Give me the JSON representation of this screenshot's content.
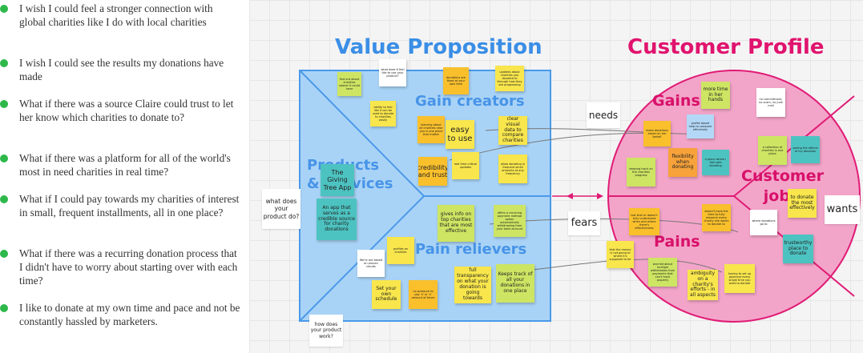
{
  "bullets": [
    "I wish I could feel a stronger connection with global charities like I do with local charities",
    "I wish I could see the results my donations have made",
    "What if there was a source Claire could trust to let her know which charities to donate to?",
    "What if there was a platform for all of the world's most in need charities in real time?",
    "What if I could pay towards my charities of interest in small, frequent installments, all in one place?",
    "What if there was a recurring donation process that I didn't have to worry about starting over with each time?",
    "I like to donate at my own time and pace and not be constantly hassled by marketers."
  ],
  "diagram": {
    "value_title": "Value Proposition",
    "customer_title": "Customer Profile",
    "gain_creators": "Gain creators",
    "pain_relievers": "Pain relievers",
    "products_services": "Products & Services",
    "gains": "Gains",
    "pains": "Pains",
    "customer_jobs": "Customer jobs",
    "labels": {
      "what_does": "what does your product do?",
      "how_does": "how does your product work?",
      "needs": "needs",
      "fears": "fears",
      "wants": "wants"
    },
    "notes": {
      "n_whatfeel": "what does it feel like to use your product?",
      "n_findout": "find out about charities sooner it could have",
      "n_ability": "ability to feel like it can be used to donate to charities easily",
      "n_donations": "donations are fixed at your own time",
      "n_updates": "updates about charities you donated to through how they are progressing",
      "n_learning": "learning about all charities near you in one place that matter",
      "n_easy": "easy to use",
      "n_clear": "clear visual data to compare charities",
      "n_cred": "credibility and trust",
      "n_realtime": "real time critical updates",
      "n_allow": "allow donating in frequent small amounts at any frequency",
      "n_giving": "The Giving Tree App",
      "n_app": "An app that serves as a credible source for charity donations",
      "n_info": "gives info on top charities that are most effective",
      "n_offers": "offers a recurring payment method option automatically withdrawing from your bank account",
      "n_wereare": "We're are based on proven results",
      "n_profiles": "profiles on charities",
      "n_schedule": "Set your own schedule",
      "n_nopressure": "no pressure to pay 'x' or 'x' amount of times",
      "n_transparency": "full transparency on what your donation is going towards",
      "n_keeptrack": "Keeps track of all your donations in one place",
      "n_moretime": "more time in her hands",
      "n_profile": "profile based help to compare effectively",
      "n_makedon": "make donations easier on her behalf",
      "n_nocommit": "no commitment, no scam, no junk mail",
      "n_keeping": "keeping track on the charities progress",
      "n_flex": "flexibility when donating",
      "n_aplace": "a place where I feel safe donating",
      "n_collection": "a collection of charities in one place",
      "n_seeing": "seeing the effects of my donation",
      "n_todonate": "to donate the most effectively",
      "n_where": "where donations go to",
      "n_trustworthy": "trustworthy place to donate",
      "n_doesnt": "doesn't have the time to fully research every charity she wants to donate to",
      "n_lost": "lost that or doesn't fully understand when and where there's effectiveness",
      "n_thatmoney": "that the money is not going to where it's supposed to be",
      "n_worried": "worried about multiple withdrawals from payments that can't track properly",
      "n_ambig": "ambiguity on a charity's efforts - in all aspects",
      "n_having": "having to set up payment every single time you want to donate"
    }
  }
}
